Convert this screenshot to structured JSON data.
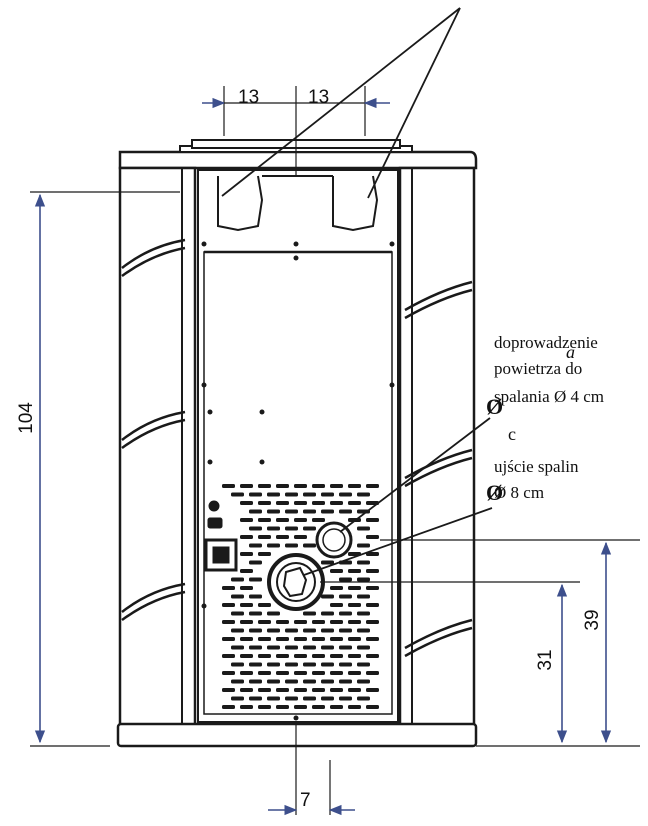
{
  "dimensions": {
    "top_left": "13",
    "top_right": "13",
    "height_total": "104",
    "bottom_offset": "7",
    "exhaust_height": "31",
    "air_inlet_height": "39"
  },
  "labels": {
    "air_inlet_line1": "doprowadzenie",
    "air_inlet_line2": "powietrza do",
    "air_inlet_line3": "spalania Ø 4 cm",
    "exhaust_line1": "ujście spalin",
    "exhaust_line2": "Ø 8 cm"
  },
  "handwritten_marks": [
    "a",
    "Ø",
    "c",
    "Ø"
  ],
  "colors": {
    "dimension_arrow": "#3d4f8c",
    "outline": "#1a1a1a",
    "panel_fill": "#ffffff"
  }
}
